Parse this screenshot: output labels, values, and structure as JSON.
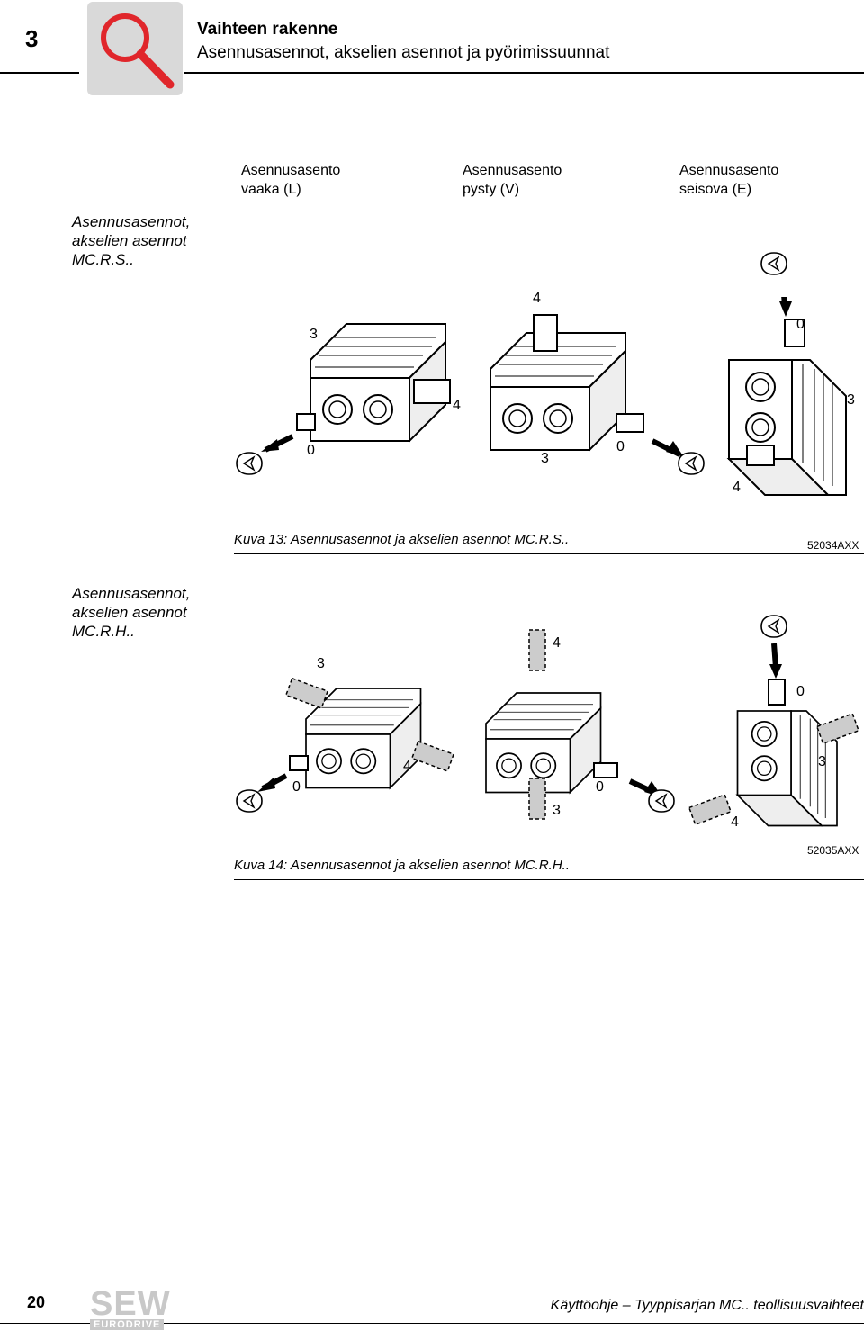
{
  "header": {
    "chapter_number": "3",
    "title": "Vaihteen rakenne",
    "subtitle": "Asennusasennot, akselien asennot ja pyörimissuunnat",
    "icon": "magnifier-icon"
  },
  "columns": {
    "horizontal": "Asennusasento\nvaaka (L)",
    "vertical": "Asennusasento\npysty (V)",
    "upright": "Asennusasento\nseisova (E)"
  },
  "section1": {
    "label": "Asennusasennot,\nakselien asennot\nMC.R.S..",
    "caption": "Kuva 13: Asennusasennot ja akselien asennot MC.R.S..",
    "code": "52034AXX",
    "fig_L": {
      "top": "3",
      "right": "4",
      "bottom": "0"
    },
    "fig_V": {
      "top": "4",
      "bottom": "3",
      "right": "0"
    },
    "fig_E": {
      "top": "0",
      "right": "3",
      "bottom": "4"
    }
  },
  "section2": {
    "label": "Asennusasennot,\nakselien asennot\nMC.R.H..",
    "caption": "Kuva 14: Asennusasennot ja akselien asennot MC.R.H..",
    "code": "52035AXX",
    "fig_L": {
      "top": "3",
      "right": "4",
      "bottom": "0"
    },
    "fig_V": {
      "top": "4",
      "bottom": "3",
      "right": "0"
    },
    "fig_E": {
      "top": "0",
      "right": "3",
      "bottom": "4"
    }
  },
  "footer": {
    "page_number": "20",
    "logo_text": "SEW",
    "logo_subtext": "EURODRIVE",
    "doc_title": "Käyttöohje – Tyyppisarjan MC.. teollisuusvaihteet"
  }
}
